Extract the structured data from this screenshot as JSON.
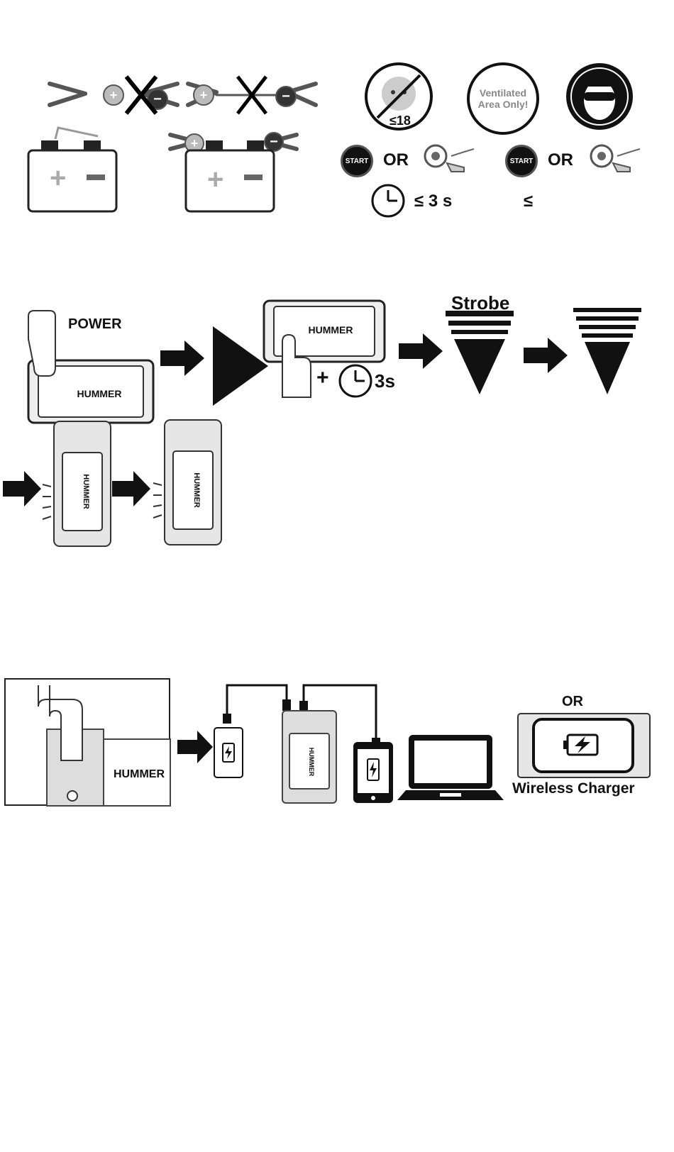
{
  "section1": {
    "ventilated_line1": "Ventilated",
    "ventilated_line2": "Area Only!",
    "age_label": "≤18",
    "start_label": "START",
    "or_label": "OR",
    "time_label": "≤ 3 s",
    "le_label": "≤"
  },
  "section2": {
    "power_label": "POWER",
    "brand": "HUMMER",
    "strobe_label": "Strobe",
    "plus": "+",
    "hold_time": "3s"
  },
  "section3": {
    "brand": "HUMMER",
    "or_label": "OR",
    "wireless_label": "Wireless Charger"
  }
}
